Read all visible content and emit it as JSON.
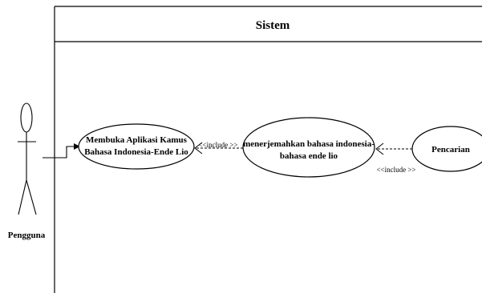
{
  "system": {
    "title": "Sistem"
  },
  "actor": {
    "name": "Pengguna"
  },
  "use_cases": [
    {
      "lines": [
        "Membuka Aplikasi Kamus",
        "Bahasa Indonesia-Ende Lio"
      ]
    },
    {
      "lines": [
        "menerjemahkan  bahasa indonesia-",
        "bahasa ende lio"
      ]
    },
    {
      "lines": [
        "Pencarian"
      ]
    }
  ],
  "relations": [
    {
      "type": "association",
      "from": "Pengguna",
      "to": "Membuka Aplikasi Kamus Bahasa Indonesia-Ende Lio"
    },
    {
      "type": "include",
      "label": "<<include >>",
      "from": "menerjemahkan  bahasa indonesia-bahasa ende lio",
      "to": "Membuka Aplikasi Kamus Bahasa Indonesia-Ende Lio"
    },
    {
      "type": "include",
      "label": "<<include >>",
      "from": "Pencarian",
      "to": "menerjemahkan  bahasa indonesia-bahasa ende lio"
    }
  ]
}
